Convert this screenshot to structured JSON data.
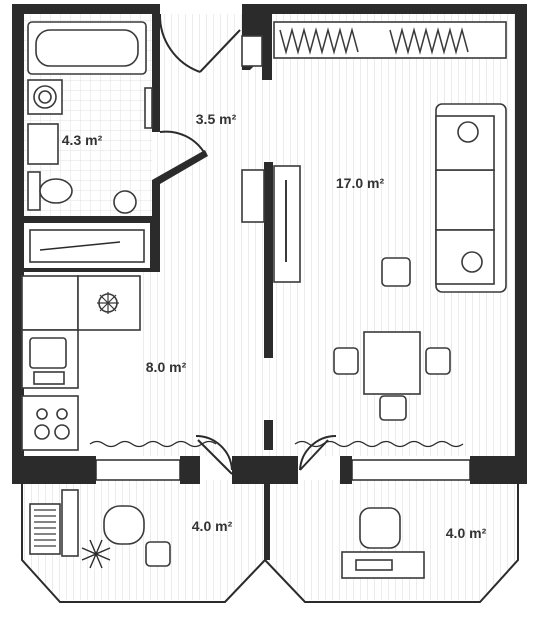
{
  "plan": {
    "colors": {
      "wall": "#2b2b2b",
      "floor_stripes": "#ececec",
      "tile_grid": "#e7e7e7",
      "furniture_stroke": "#3a3a3a"
    },
    "rooms": [
      {
        "id": "bathroom",
        "area_label": "4.3 m²"
      },
      {
        "id": "hallway",
        "area_label": "3.5 m²"
      },
      {
        "id": "living-room",
        "area_label": "17.0 m²"
      },
      {
        "id": "kitchen",
        "area_label": "8.0 m²"
      },
      {
        "id": "balcony-left",
        "area_label": "4.0 m²"
      },
      {
        "id": "balcony-right",
        "area_label": "4.0 m²"
      }
    ]
  }
}
